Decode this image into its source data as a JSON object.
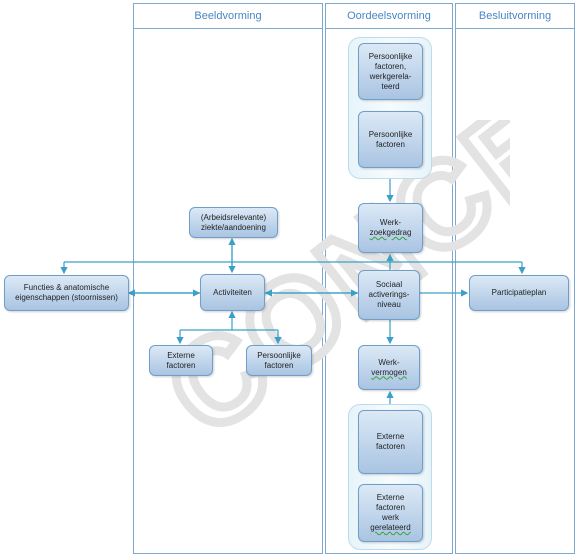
{
  "lanes": {
    "beeldvorming": "Beeldvorming",
    "oordeelsvorming": "Oordeelsvorming",
    "besluitvorming": "Besluitvorming"
  },
  "watermark": "CONCEPT",
  "nodes": {
    "persoonlijke_werk": "Persoonlijke\nfactoren,\nwerkgerela-\nteerd",
    "persoonlijke_oordeel": "Persoonlijke\nfactoren",
    "werkzoekgedrag_1": "Werk-",
    "werkzoekgedrag_2": "zoekgedrag",
    "arbeidsrelevante": "(Arbeidsrelevante)\nziekte/aandoening",
    "functies": "Functies & anatomische\neigenschappen (stoornissen)",
    "activiteiten": "Activiteiten",
    "sociaal": "Sociaal\nactiverings-\nniveau",
    "participatieplan": "Participatieplan",
    "externe_beeld": "Externe\nfactoren",
    "persoonlijke_beeld": "Persoonlijke\nfactoren",
    "werkvermogen_1": "Werk-",
    "werkvermogen_2": "vermogen",
    "externe_oordeel": "Externe\nfactoren",
    "externe_werk_1": "Externe\nfactoren\nwerk",
    "externe_werk_2": "gerelateerd"
  },
  "colors": {
    "lane_border": "#7fa8cf",
    "lane_title": "#4a86c5",
    "box_top": "#dce9f6",
    "box_bottom": "#a9c4e2",
    "connector": "#3aa0c8"
  }
}
